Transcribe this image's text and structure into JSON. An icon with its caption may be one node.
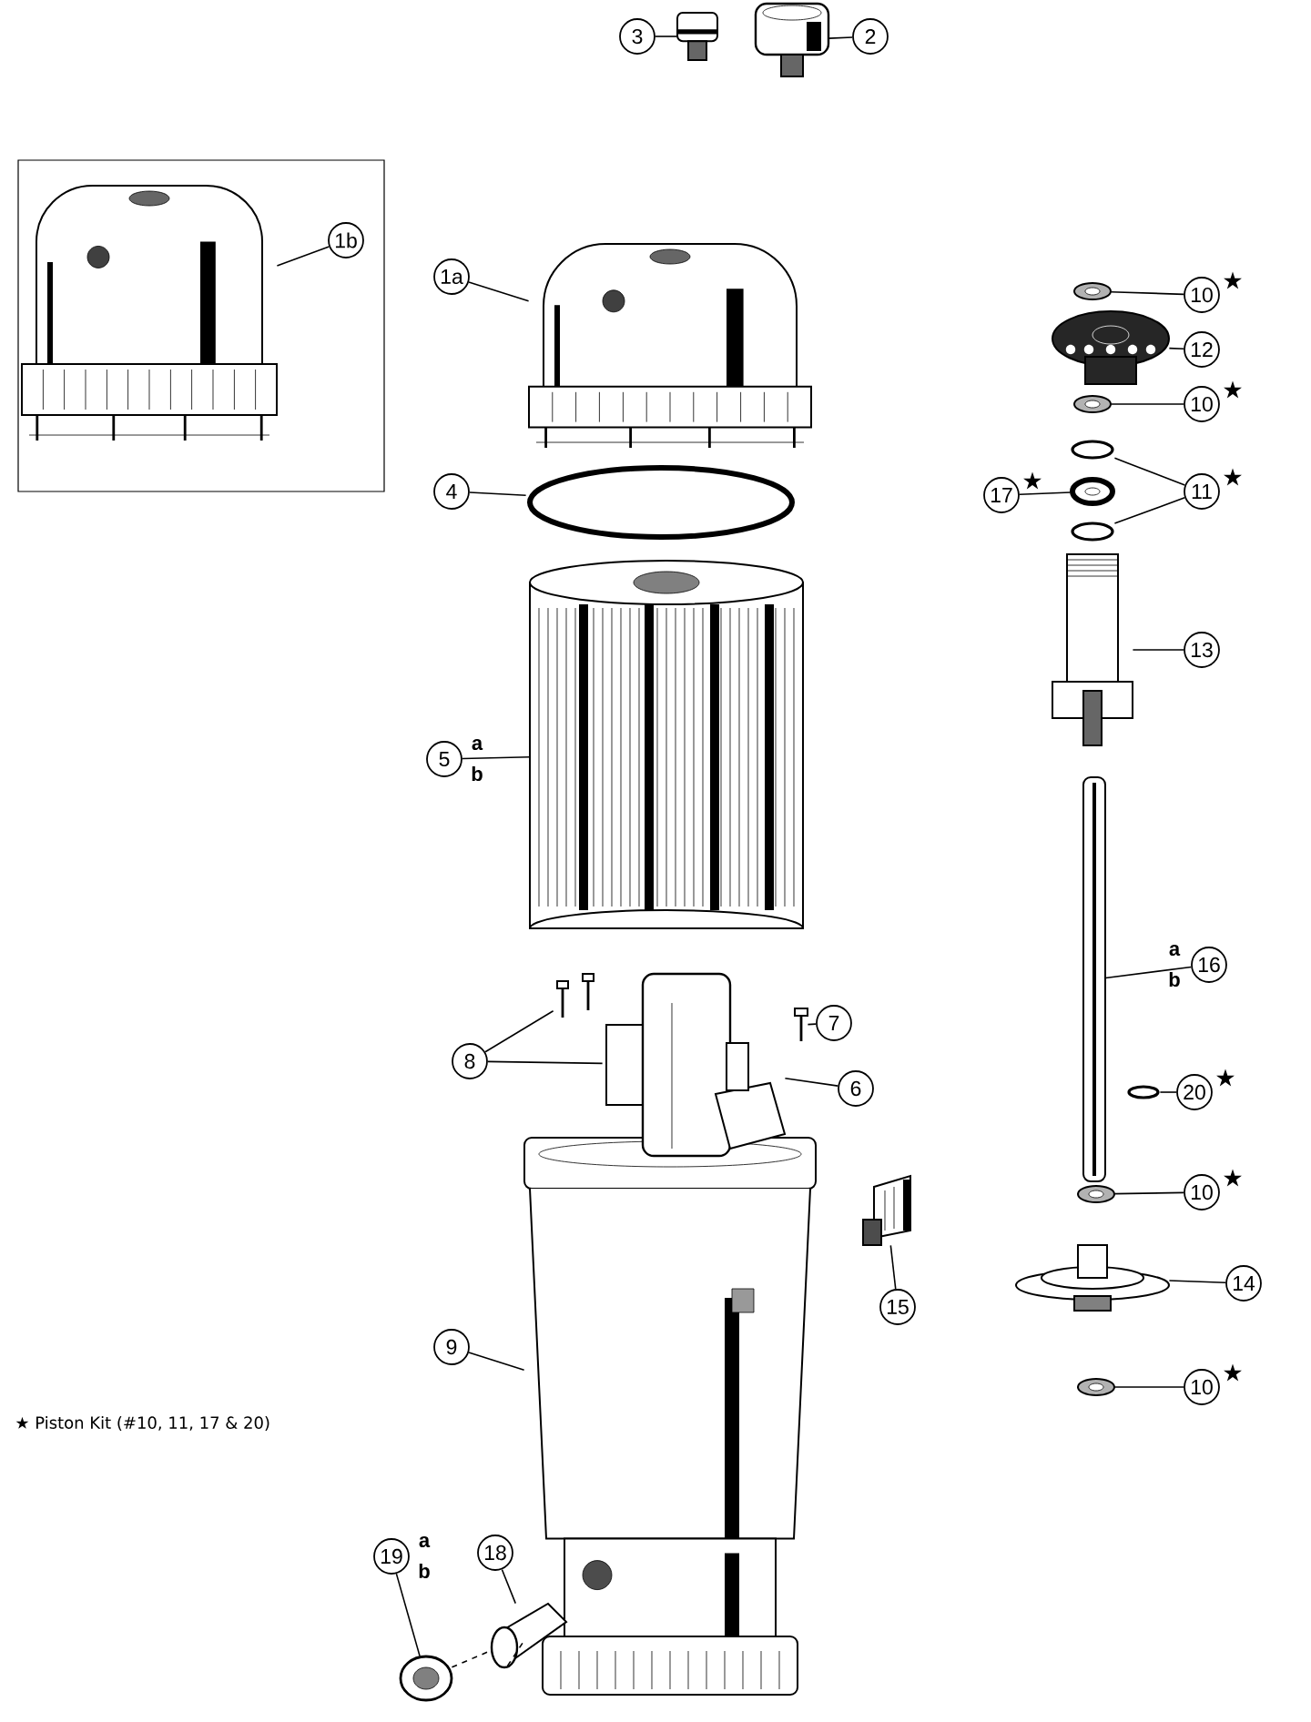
{
  "diagram": {
    "nodes": [
      {
        "text": [],
        "shape": "box"
      },
      {
        "text": [
          "3"
        ]
      },
      {
        "text": [],
        "shape": "picture"
      },
      {
        "text": [],
        "shape": "picture"
      },
      {
        "text": [
          "2"
        ]
      },
      {
        "text": [
          "1b"
        ],
        "in": 0
      },
      {
        "text": [],
        "shape": "picture",
        "in": 0
      },
      {
        "text": [
          "1a"
        ]
      },
      {
        "text": [],
        "shape": "picture"
      },
      {
        "text": [
          "10"
        ],
        "beside": [
          "★"
        ]
      },
      {
        "text": [],
        "shape": "picture"
      },
      {
        "text": [],
        "shape": "picture"
      },
      {
        "text": [
          "12"
        ]
      },
      {
        "text": [
          "10"
        ],
        "beside": [
          "★"
        ]
      },
      {
        "text": [],
        "shape": "picture"
      },
      {
        "text": [
          "4"
        ]
      },
      {
        "text": [],
        "shape": "circle"
      },
      {
        "text": [],
        "shape": "circle"
      },
      {
        "text": [
          "17"
        ],
        "beside": [
          "★"
        ]
      },
      {
        "text": [],
        "shape": "picture"
      },
      {
        "text": [
          "11"
        ],
        "beside": [
          "★"
        ]
      },
      {
        "text": [],
        "shape": "circle"
      },
      {
        "text": [
          "13"
        ]
      },
      {
        "text": [],
        "shape": "picture"
      },
      {
        "text": [
          "5"
        ],
        "beside": [
          "a",
          "b"
        ]
      },
      {
        "text": [],
        "shape": "picture"
      },
      {
        "text": [
          "16"
        ],
        "beside": [
          "a",
          "b"
        ]
      },
      {
        "text": [],
        "shape": "picture"
      },
      {
        "text": [],
        "shape": "picture"
      },
      {
        "text": [
          "7"
        ]
      },
      {
        "text": [
          "8"
        ]
      },
      {
        "text": [],
        "shape": "picture"
      },
      {
        "text": [],
        "shape": "picture"
      },
      {
        "text": [
          "6"
        ]
      },
      {
        "text": [
          "20"
        ],
        "beside": [
          "★"
        ]
      },
      {
        "text": [],
        "shape": "circle"
      },
      {
        "text": [
          "10"
        ],
        "beside": [
          "★"
        ]
      },
      {
        "text": [],
        "shape": "picture"
      },
      {
        "text": [],
        "shape": "picture"
      },
      {
        "text": [
          "15"
        ]
      },
      {
        "text": [],
        "shape": "picture"
      },
      {
        "text": [
          "14"
        ]
      },
      {
        "text": [
          "9"
        ]
      },
      {
        "text": [],
        "shape": "picture"
      },
      {
        "text": [
          "10"
        ],
        "beside": [
          "★"
        ]
      },
      {
        "text": [],
        "shape": "picture"
      },
      {
        "text": [
          "19"
        ],
        "beside": [
          "a",
          "b"
        ]
      },
      {
        "text": [
          "18"
        ]
      },
      {
        "text": [],
        "shape": "picture"
      },
      {
        "text": [],
        "shape": "picture"
      }
    ],
    "edges": [
      {
        "from": 1,
        "to": 2,
        "arrow": "none"
      },
      {
        "from": 4,
        "to": 3,
        "arrow": "none"
      },
      {
        "from": 5,
        "to": 6,
        "arrow": "none"
      },
      {
        "from": 7,
        "to": 8,
        "arrow": "none"
      },
      {
        "from": 9,
        "to": 10,
        "arrow": "none"
      },
      {
        "from": 12,
        "to": 11,
        "arrow": "none"
      },
      {
        "from": 13,
        "to": 14,
        "arrow": "none"
      },
      {
        "from": 15,
        "to": 16,
        "arrow": "none"
      },
      {
        "from": 18,
        "to": 19,
        "arrow": "none"
      },
      {
        "from": 20,
        "to": 17,
        "arrow": "none"
      },
      {
        "from": 20,
        "to": 21,
        "arrow": "none"
      },
      {
        "from": 22,
        "to": 23,
        "arrow": "none"
      },
      {
        "from": 24,
        "to": 25,
        "arrow": "none"
      },
      {
        "from": 26,
        "to": 27,
        "arrow": "none"
      },
      {
        "from": 29,
        "to": 28,
        "arrow": "none"
      },
      {
        "from": 30,
        "to": 31,
        "arrow": "none"
      },
      {
        "from": 30,
        "to": 32,
        "arrow": "none"
      },
      {
        "from": 33,
        "to": 32,
        "arrow": "none"
      },
      {
        "from": 34,
        "to": 35,
        "arrow": "none"
      },
      {
        "from": 36,
        "to": 37,
        "arrow": "none"
      },
      {
        "from": 39,
        "to": 38,
        "arrow": "none"
      },
      {
        "from": 41,
        "to": 40,
        "arrow": "none"
      },
      {
        "from": 42,
        "to": 43,
        "arrow": "none"
      },
      {
        "from": 44,
        "to": 45,
        "arrow": "none"
      },
      {
        "from": 46,
        "to": 48,
        "arrow": "none"
      },
      {
        "from": 47,
        "to": 49,
        "arrow": "none"
      },
      {
        "from": 48,
        "to": 49,
        "arrow": "none",
        "style": "dashed"
      },
      {
        "from": 49,
        "to": 43,
        "arrow": "none",
        "style": "dashed"
      }
    ],
    "labels": [
      "★ Piston Kit (#10, 11, 17 & 20)"
    ]
  }
}
